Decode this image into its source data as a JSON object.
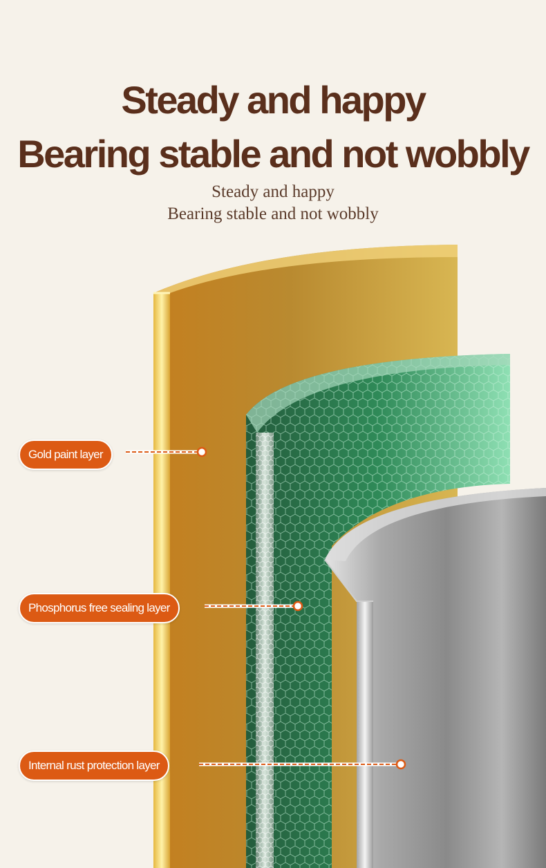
{
  "headline": {
    "line1": "Steady and happy",
    "line2": "Bearing stable and not wobbly"
  },
  "subheadline": {
    "line1": "Steady and happy",
    "line2": "Bearing stable and not wobbly"
  },
  "callouts": [
    {
      "label": "Gold paint layer"
    },
    {
      "label": "Phosphorus free sealing layer"
    },
    {
      "label": "Internal rust protection layer"
    }
  ],
  "colors": {
    "background": "#f6f2ea",
    "heading": "#5a2f1c",
    "callout_fill": "#dc5a14",
    "gold_layer": "#d2a43c",
    "green_layer": "#2f8a58",
    "steel_layer": "#9a9a9a"
  }
}
